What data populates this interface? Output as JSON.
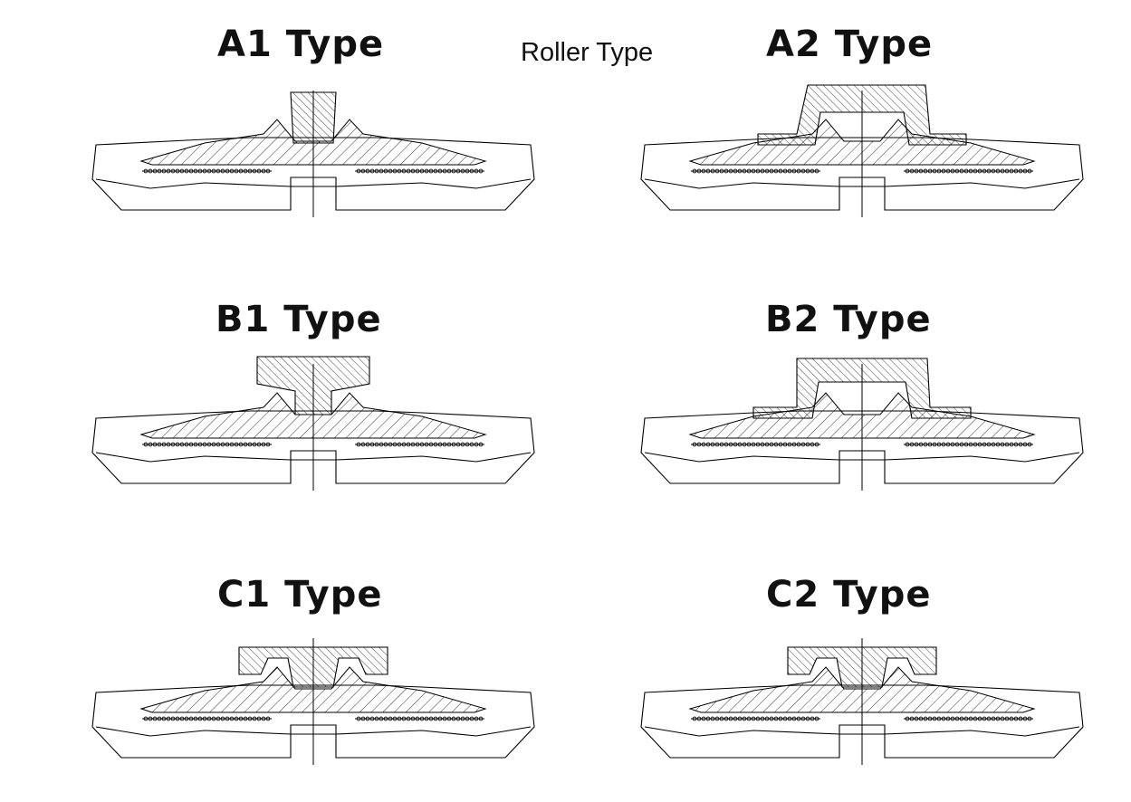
{
  "header": {
    "center_label": "Roller Type"
  },
  "profiles": [
    {
      "id": "A1",
      "label": "A1 Type",
      "roller": "A1"
    },
    {
      "id": "A2",
      "label": "A2 Type",
      "roller": "A2"
    },
    {
      "id": "B1",
      "label": "B1 Type",
      "roller": "B1"
    },
    {
      "id": "B2",
      "label": "B2 Type",
      "roller": "B2"
    },
    {
      "id": "C1",
      "label": "C1 Type",
      "roller": "C1"
    },
    {
      "id": "C2",
      "label": "C2 Type",
      "roller": "C2"
    }
  ],
  "colors": {
    "line": "#000000",
    "background": "#ffffff"
  }
}
